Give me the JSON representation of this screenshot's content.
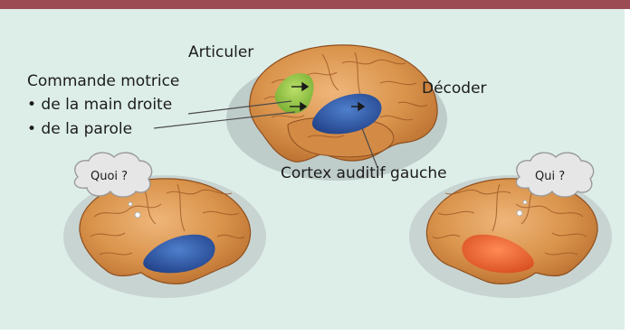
{
  "labels": {
    "articuler": "Articuler",
    "commande_title": "Commande motrice",
    "bullet_main": "• de la main droite",
    "bullet_parole": "• de la parole",
    "decoder": "Décoder",
    "cortex": "Cortex auditif gauche",
    "quoi": "Quoi ?",
    "qui": "Qui ?"
  },
  "colors": {
    "top_bar": "#9c4b55",
    "background_panel": "#ddeee9",
    "brain_fill": "#d9934b",
    "brain_shadow": "#b9c5c4",
    "motor_area": "#8fc93a",
    "auditory_area": "#2f5da8",
    "auditory_area_right": "#e8642e",
    "thought_bubble": "#d8d8d8"
  },
  "icons": {
    "top_brain": "brain-left-lateral",
    "left_brain": "brain-left-lateral",
    "right_brain": "brain-right-lateral",
    "bubble": "thought-bubble"
  }
}
